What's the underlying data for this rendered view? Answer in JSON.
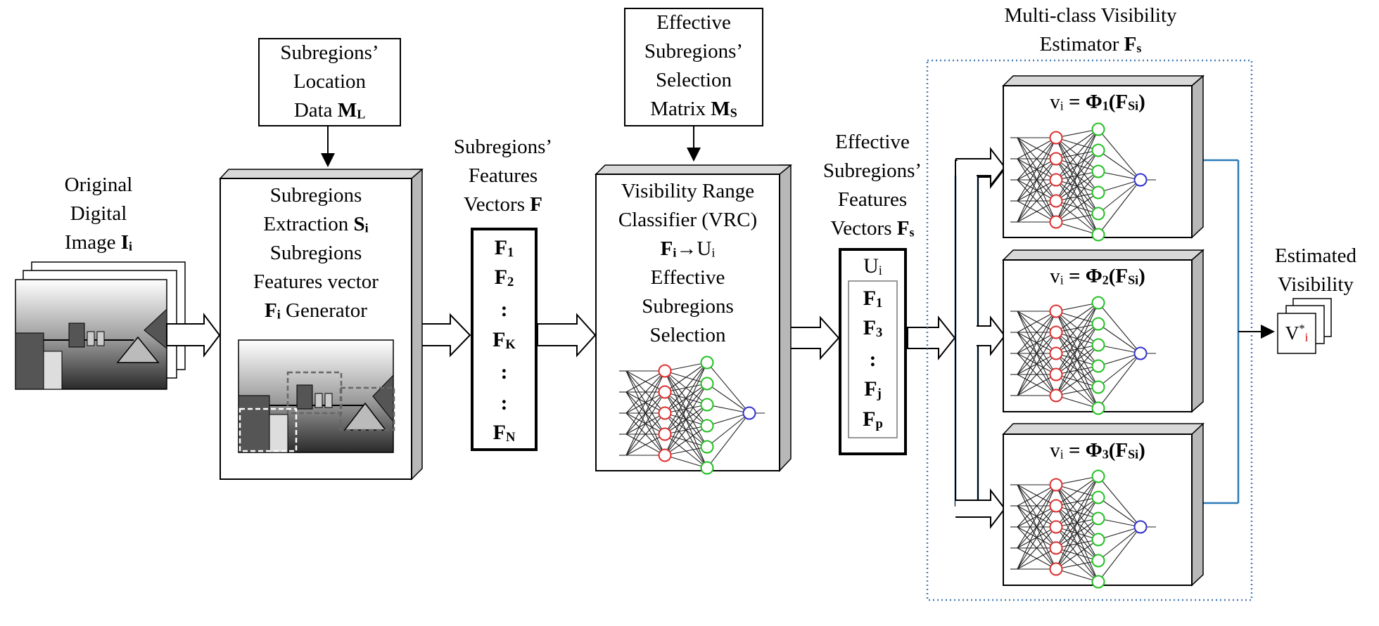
{
  "input": {
    "label_lines": [
      "Original",
      "Digital",
      "Image "
    ],
    "label_sym": "I",
    "label_sub": "i"
  },
  "location_data": {
    "lines": [
      "Subregions’",
      "Location",
      "Data "
    ],
    "sym": "M",
    "sub": "L"
  },
  "extraction": {
    "line1": "Subregions",
    "line2": "Extraction ",
    "line2_sym": "S",
    "line2_sub": "i",
    "line3": "Subregions",
    "line4": "Features vector",
    "line5_sym": "F",
    "line5_sub": "i",
    "line5_rest": " Generator"
  },
  "features_vectors": {
    "lines": [
      "Subregions’",
      "Features",
      "Vectors "
    ],
    "sym": "F",
    "items": [
      {
        "sym": "F",
        "sub": "1"
      },
      {
        "sym": "F",
        "sub": "2"
      },
      {
        "sym": ":",
        "sub": ""
      },
      {
        "sym": "F",
        "sub": "K"
      },
      {
        "sym": ":",
        "sub": ""
      },
      {
        "sym": ":",
        "sub": ""
      },
      {
        "sym": "F",
        "sub": "N"
      }
    ]
  },
  "selection_matrix": {
    "lines": [
      "Effective",
      "Subregions’",
      "Selection",
      "Matrix "
    ],
    "sym": "M",
    "sub": "S"
  },
  "vrc": {
    "line1": "Visibility Range",
    "line2": "Classifier (VRC)",
    "map_from": "F",
    "map_from_sub": "i",
    "arrow": "→",
    "map_to": "U",
    "map_to_sub": "i",
    "line4": "Effective",
    "line5": "Subregions",
    "line6": "Selection"
  },
  "effective_vectors": {
    "lines": [
      "Effective",
      "Subregions’",
      "Features",
      "Vectors "
    ],
    "sym": "F",
    "sub": "s",
    "header_sym": "U",
    "header_sub": "i",
    "items": [
      {
        "sym": "F",
        "sub": "1"
      },
      {
        "sym": "F",
        "sub": "3"
      },
      {
        "sym": ":",
        "sub": ""
      },
      {
        "sym": "F",
        "sub": "j"
      },
      {
        "sym": "F",
        "sub": "p"
      }
    ]
  },
  "estimator": {
    "title_line1": "Multi-class Visibility",
    "title_line2": "Estimator ",
    "title_sym": "F",
    "title_sub": "s",
    "models": [
      {
        "v": "v",
        "v_sub": "i",
        "eq": " = ",
        "phi": "Φ",
        "phi_sub": "1",
        "arg": "(F",
        "arg_sub": "Si",
        "close": ")"
      },
      {
        "v": "v",
        "v_sub": "i",
        "eq": " = ",
        "phi": "Φ",
        "phi_sub": "2",
        "arg": "(F",
        "arg_sub": "Si",
        "close": ")"
      },
      {
        "v": "v",
        "v_sub": "i",
        "eq": " = ",
        "phi": "Φ",
        "phi_sub": "3",
        "arg": "(F",
        "arg_sub": "Si",
        "close": ")"
      }
    ]
  },
  "output": {
    "label_lines": [
      "Estimated",
      "Visibility"
    ],
    "value": "V",
    "value_sup": "*",
    "value_sub": "i"
  },
  "colors": {
    "neuron_hidden1": "#e03030",
    "neuron_hidden2": "#22c022",
    "neuron_output": "#3030d0",
    "estimator_border": "#4a7fb8",
    "bus_line": "#2a7ab8"
  }
}
